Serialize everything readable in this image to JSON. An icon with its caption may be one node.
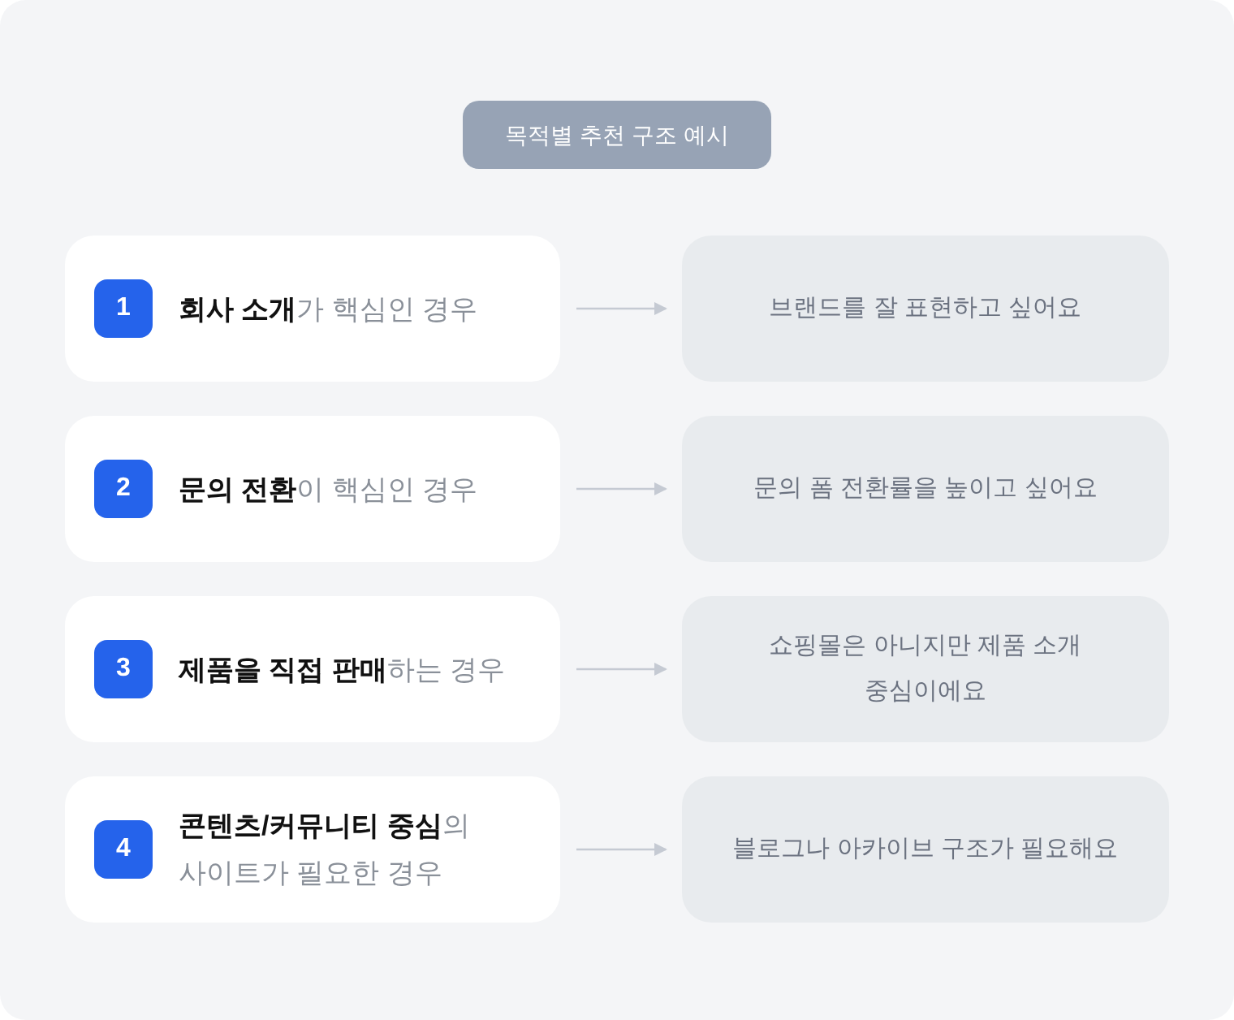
{
  "diagram": {
    "title": "목적별 추천 구조 예시",
    "nodes": [
      {
        "text": [
          "1",
          "**회사 소개**가 핵심인 경우"
        ]
      },
      {
        "text": [
          "2",
          "**문의 전환**이 핵심인 경우"
        ]
      },
      {
        "text": [
          "3",
          "**제품을 직접 판매**하는 경우"
        ]
      },
      {
        "text": [
          "4",
          "**콘텐츠/커뮤니티 중심**의 사이트가 필요한 경우"
        ]
      },
      {
        "text": [
          "브랜드를 잘 표현하고 싶어요"
        ]
      },
      {
        "text": [
          "문의 폼 전환률을 높이고 싶어요"
        ]
      },
      {
        "text": [
          "쇼핑몰은 아니지만 제품 소개 중심이에요"
        ]
      },
      {
        "text": [
          "블로그나 아카이브 구조가 필요해요"
        ]
      }
    ],
    "edges": [
      {
        "from": 0,
        "to": 4,
        "arrow": "to"
      },
      {
        "from": 1,
        "to": 5,
        "arrow": "to"
      },
      {
        "from": 2,
        "to": 6,
        "arrow": "to"
      },
      {
        "from": 3,
        "to": 7,
        "arrow": "to"
      }
    ]
  }
}
